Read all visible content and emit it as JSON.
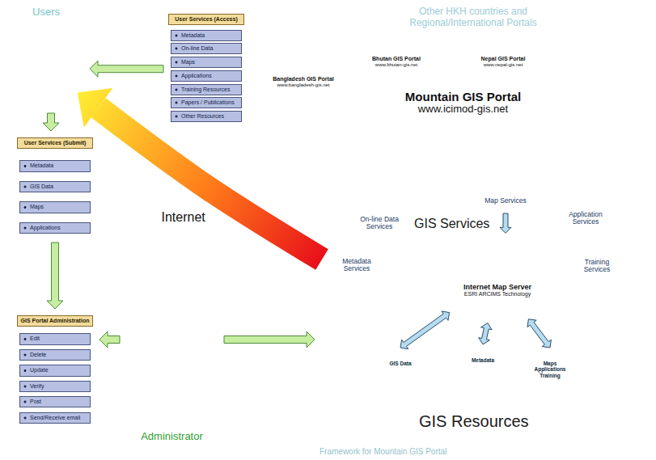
{
  "diagram": {
    "caption": "Framework for Mountain GIS Portal",
    "nodes": [
      {
        "text": [
          "Users"
        ]
      },
      {
        "text": [
          "User Services (Access)",
          "Metadata",
          "On-line Data",
          "Maps",
          "Applications",
          "Training Resources",
          "Papers / Publications",
          "Other Resources"
        ]
      },
      {
        "text": [
          "User Services (Submit)",
          "Metadata",
          "GIS Data",
          "Maps",
          "Applications"
        ]
      },
      {
        "text": [
          "GIS Portal Administration",
          "Edit",
          "Delete",
          "Update",
          "Verify",
          "Post",
          "Send/Receive email"
        ]
      },
      {
        "text": [
          "Administrator"
        ]
      },
      {
        "text": [
          "Bangladesh GIS Portal",
          "www.bangladesh-gis.net"
        ]
      },
      {
        "text": [
          "Bhutan GIS Portal",
          "www.bhutan-gis.net"
        ]
      },
      {
        "text": [
          "Nepal GIS Portal",
          "www.nepal-gis.net"
        ]
      },
      {
        "text": [
          "Mountain GIS Portal",
          "www.icimod-gis.net"
        ]
      },
      {
        "text": [
          "GIS Services"
        ]
      },
      {
        "text": [
          "Map Services"
        ],
        "in": 9
      },
      {
        "text": [
          "On-line Data Services"
        ],
        "in": 9
      },
      {
        "text": [
          "Application Services"
        ],
        "in": 9
      },
      {
        "text": [
          "Metadata Services"
        ],
        "in": 9
      },
      {
        "text": [
          "Training Services"
        ],
        "in": 9
      },
      {
        "text": [
          "Internet Map Server",
          "ESRI ARCIMS Technology"
        ]
      },
      {
        "text": [
          "GIS Resources"
        ]
      },
      {
        "text": [
          "GIS Data"
        ],
        "in": 16
      },
      {
        "text": [
          "Metadata"
        ],
        "in": 16
      },
      {
        "text": [
          "Maps Applications Training"
        ],
        "in": 16
      }
    ],
    "edges": [
      {
        "from": 1,
        "to": 0,
        "arrow": "to"
      },
      {
        "from": 0,
        "to": 2,
        "arrow": "to"
      },
      {
        "from": 2,
        "to": 3,
        "arrow": "to"
      },
      {
        "from": 4,
        "to": 3,
        "arrow": "to"
      },
      {
        "from": 4,
        "to": 16,
        "arrow": "to"
      },
      {
        "from": 9,
        "to": 0,
        "label": "Internet",
        "arrow": "to"
      },
      {
        "from": 10,
        "to": 15,
        "arrow": "to"
      },
      {
        "from": 15,
        "to": 17,
        "arrow": "both"
      },
      {
        "from": 15,
        "to": 18,
        "arrow": "both"
      },
      {
        "from": 15,
        "to": 19,
        "arrow": "both"
      }
    ],
    "labels": [
      "Other HKH countries and Regional/International Portals"
    ]
  }
}
